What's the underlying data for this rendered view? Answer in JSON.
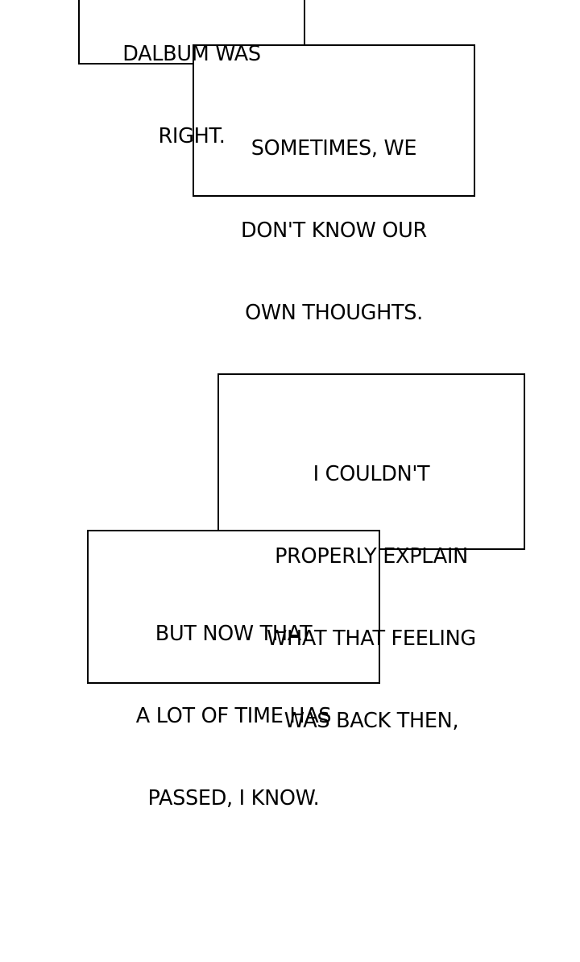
{
  "caption_group_top": {
    "first_box": {
      "lines": [
        "DALBUM WAS",
        "RIGHT."
      ]
    },
    "second_box": {
      "lines": [
        "SOMETIMES, WE",
        "DON'T KNOW OUR",
        "OWN THOUGHTS."
      ]
    }
  },
  "caption_group_bottom": {
    "first_box": {
      "lines": [
        "I COULDN'T",
        "PROPERLY EXPLAIN",
        "WHAT THAT FEELING",
        "WAS BACK THEN,"
      ]
    },
    "second_box": {
      "lines": [
        "BUT NOW THAT",
        "A LOT OF TIME HAS",
        "PASSED, I KNOW."
      ]
    }
  }
}
